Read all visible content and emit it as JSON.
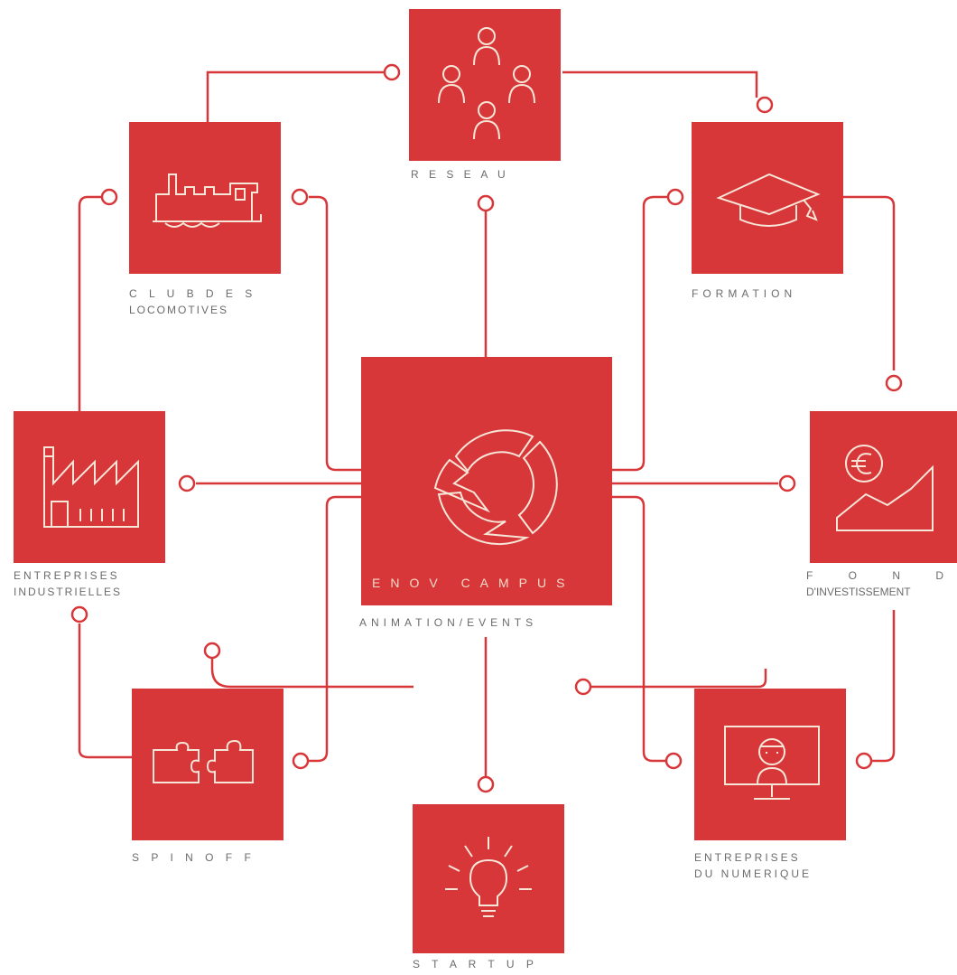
{
  "colors": {
    "accent": "#d8373a",
    "label": "#6b6b6b",
    "icon_stroke": "#f6e6d8"
  },
  "center": {
    "title": "ENOV CAMPUS",
    "subtitle": "ANIMATION/EVENTS",
    "icon": "enov-logo-icon"
  },
  "nodes": [
    {
      "id": "reseau",
      "label": "R E S E A U",
      "icon": "people-network-icon"
    },
    {
      "id": "club",
      "label_line1": "C L U B   D E S",
      "label_line2": "LOCOMOTIVES",
      "icon": "locomotive-icon"
    },
    {
      "id": "formation",
      "label": "FORMATION",
      "icon": "graduation-cap-icon"
    },
    {
      "id": "industrie",
      "label_line1": "ENTREPRISES",
      "label_line2": "INDUSTRIELLES",
      "icon": "factory-icon"
    },
    {
      "id": "fond",
      "label_line1": "F  O  N  D",
      "label_line2": "D'INVESTISSEMENT",
      "icon": "euro-chart-icon"
    },
    {
      "id": "spinoff",
      "label": "S P I N   O F F",
      "icon": "puzzle-icon"
    },
    {
      "id": "numerique",
      "label_line1": "ENTREPRISES",
      "label_line2": "DU NUMERIQUE",
      "icon": "monitor-robot-icon"
    },
    {
      "id": "startup",
      "label": "S T A R T   U P",
      "icon": "lightbulb-icon"
    }
  ]
}
